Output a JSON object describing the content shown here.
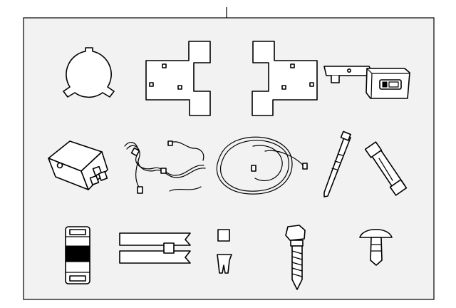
{
  "diagram": {
    "background": "#f2f2f2",
    "line_color": "#000000",
    "parts": [
      {
        "name": "round-cover"
      },
      {
        "name": "left-mounting-plate"
      },
      {
        "name": "right-mounting-plate"
      },
      {
        "name": "switch-bracket"
      },
      {
        "name": "relay"
      },
      {
        "name": "wiring-harness"
      },
      {
        "name": "wire-loop"
      },
      {
        "name": "cable-tie"
      },
      {
        "name": "fuse"
      },
      {
        "name": "clip"
      },
      {
        "name": "tape-strip"
      },
      {
        "name": "push-pin"
      },
      {
        "name": "bolt"
      },
      {
        "name": "retainer"
      }
    ]
  }
}
